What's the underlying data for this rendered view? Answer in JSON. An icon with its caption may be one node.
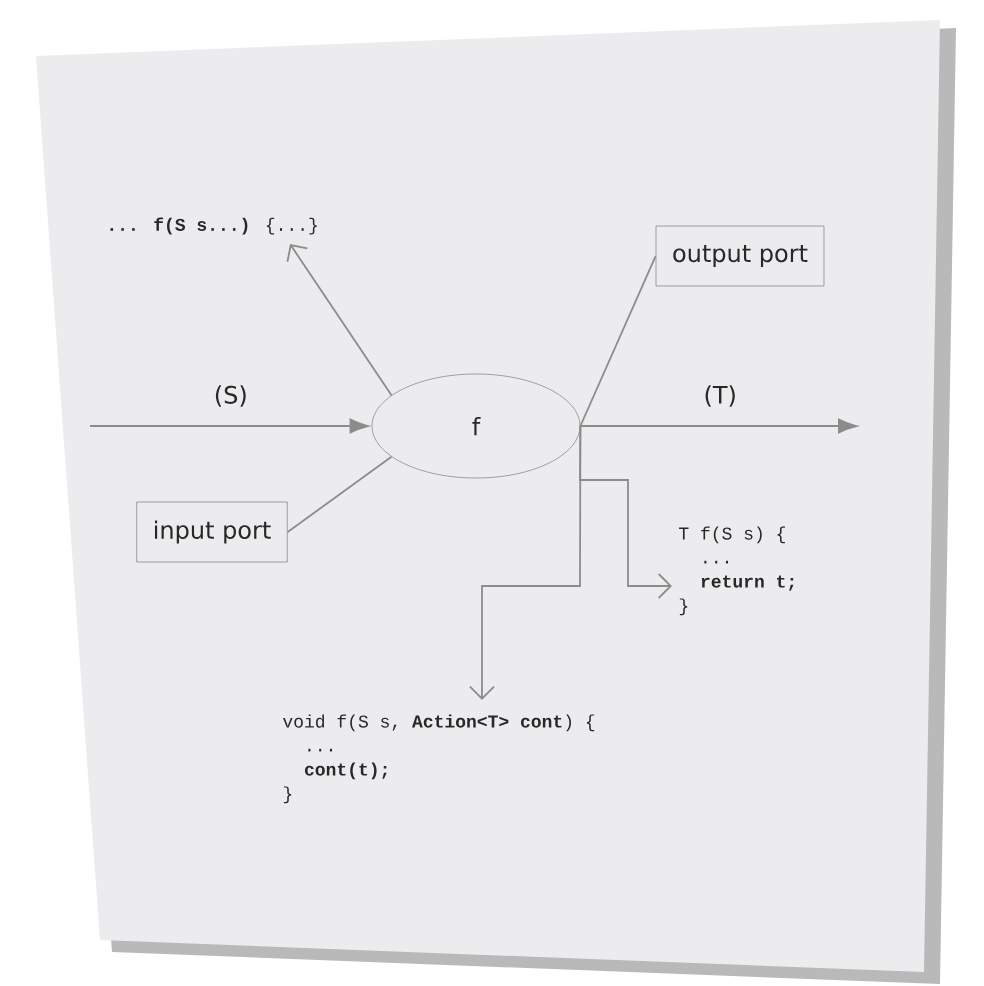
{
  "diagram": {
    "nodes": [
      {
        "text": [
          "**... f(S s...)** {...}"
        ]
      },
      {
        "text": [
          "f"
        ]
      },
      {
        "text": [
          "input port"
        ]
      },
      {
        "text": [
          "output port"
        ]
      },
      {
        "text": [
          "T f(S s) {",
          "...",
          "return t;",
          "}"
        ]
      },
      {
        "text": [
          "void f(S s, **Action<T> cont**) {",
          "...",
          "cont(t);",
          "}"
        ]
      }
    ],
    "edges": [
      {
        "from": null,
        "to": 1,
        "arrow": "to",
        "label": "(S)"
      },
      {
        "from": 1,
        "to": null,
        "arrow": "to",
        "label": "(T)"
      },
      {
        "from": 2,
        "to": 1,
        "arrow": "none"
      },
      {
        "from": 3,
        "to": 1,
        "arrow": "none"
      },
      {
        "from": 1,
        "to": 0,
        "arrow": "to"
      },
      {
        "from": 1,
        "to": 4,
        "arrow": "to"
      },
      {
        "from": 1,
        "to": 5,
        "arrow": "to"
      }
    ]
  }
}
